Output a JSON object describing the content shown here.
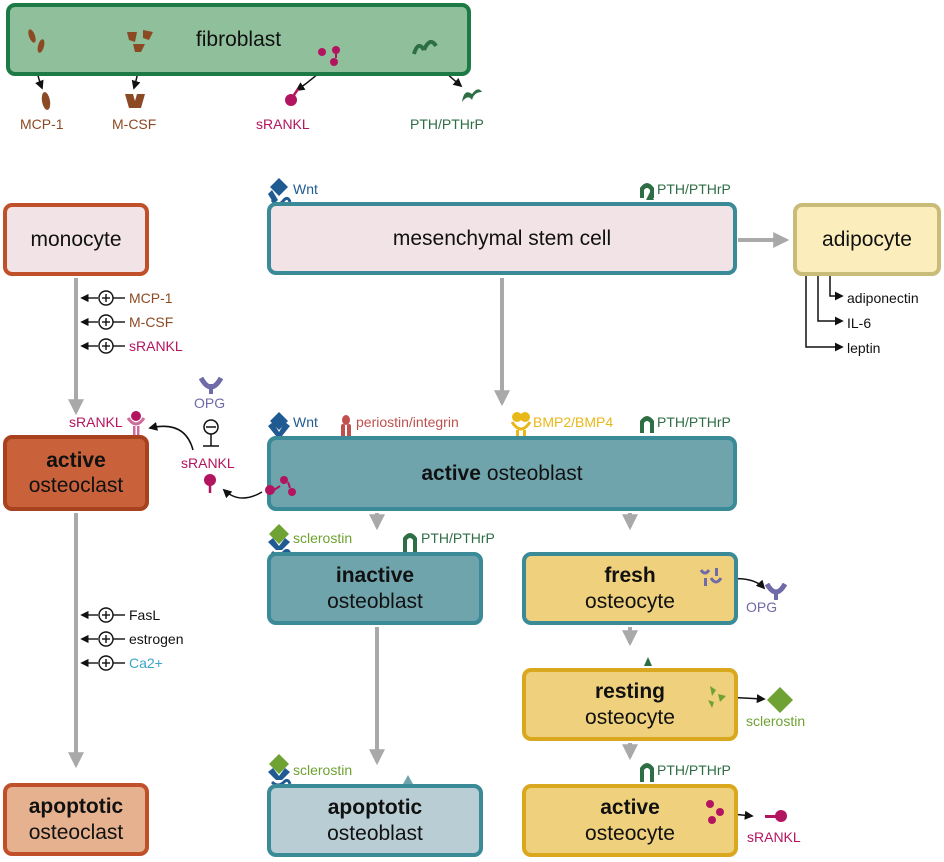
{
  "colors": {
    "fibroblast_fill": "#8fc09b",
    "fibroblast_border": "#1e7a45",
    "monocyte_fill": "#f2e4e6",
    "monocyte_border": "#c0502a",
    "osteoclast_fill": "#c9623a",
    "osteoclast_border": "#a8421e",
    "apoptotic_osteoclast_fill": "#e6b18f",
    "msc_fill": "#f2e4e6",
    "osteoblast_fill": "#6fa4ad",
    "teal_border": "#3a8a98",
    "apoptotic_osteoblast_fill": "#b9ced4",
    "osteocyte_fill": "#efd07c",
    "osteocyte_border": "#d9a81e",
    "adipocyte_fill": "#fbeebc",
    "adipocyte_border": "#c9bc78",
    "wnt": "#1f5a92",
    "pth": "#2e6e45",
    "periostin": "#c0504d",
    "bmp": "#e8b818",
    "sclerostin": "#6ea232",
    "rankl": "#b3145f",
    "opg": "#6f6aa8",
    "ca": "#39a6c7",
    "brown": "#8b4a24",
    "arrow": "#a9a9a9"
  },
  "fibroblast": {
    "title": "fibroblast",
    "products": {
      "mcp1": "MCP-1",
      "mcsf": "M-CSF",
      "srankl": "sRANKL",
      "pth": "PTH/PTHrP"
    }
  },
  "monocyte": {
    "title": "monocyte"
  },
  "monocyte_factors": [
    "MCP-1",
    "M-CSF",
    "sRANKL"
  ],
  "active_osteoclast": {
    "line1": "active",
    "line2": "osteoclast"
  },
  "osteoclast_receptor": "sRANKL",
  "opg_signal": {
    "opg": "OPG",
    "srankl": "sRANKL"
  },
  "osteoclast_factors": [
    "FasL",
    "estrogen",
    "Ca2+"
  ],
  "apoptotic_osteoclast": {
    "line1": "apoptotic",
    "line2": "osteoclast"
  },
  "msc": {
    "title": "mesenchymal stem cell",
    "wnt": "Wnt",
    "pth": "PTH/PTHrP"
  },
  "adipocyte": {
    "title": "adipocyte",
    "products": [
      "adiponectin",
      "IL-6",
      "leptin"
    ]
  },
  "active_osteoblast": {
    "line1": "active",
    "line2": "osteoblast",
    "wnt": "Wnt",
    "periostin": "periostin/integrin",
    "bmp": "BMP2/BMP4",
    "pth": "PTH/PTHrP"
  },
  "inactive_osteoblast": {
    "line1": "inactive",
    "line2": "osteoblast",
    "sclerostin": "sclerostin",
    "pth": "PTH/PTHrP"
  },
  "apoptotic_osteoblast": {
    "line1": "apoptotic",
    "line2": "osteoblast",
    "sclerostin": "sclerostin"
  },
  "fresh_osteocyte": {
    "line1": "fresh",
    "line2": "osteocyte",
    "opg": "OPG"
  },
  "resting_osteocyte": {
    "line1": "resting",
    "line2": "osteocyte",
    "sclerostin": "sclerostin"
  },
  "active_osteocyte": {
    "line1": "active",
    "line2": "osteocyte",
    "pth": "PTH/PTHrP",
    "srankl": "sRANKL"
  }
}
